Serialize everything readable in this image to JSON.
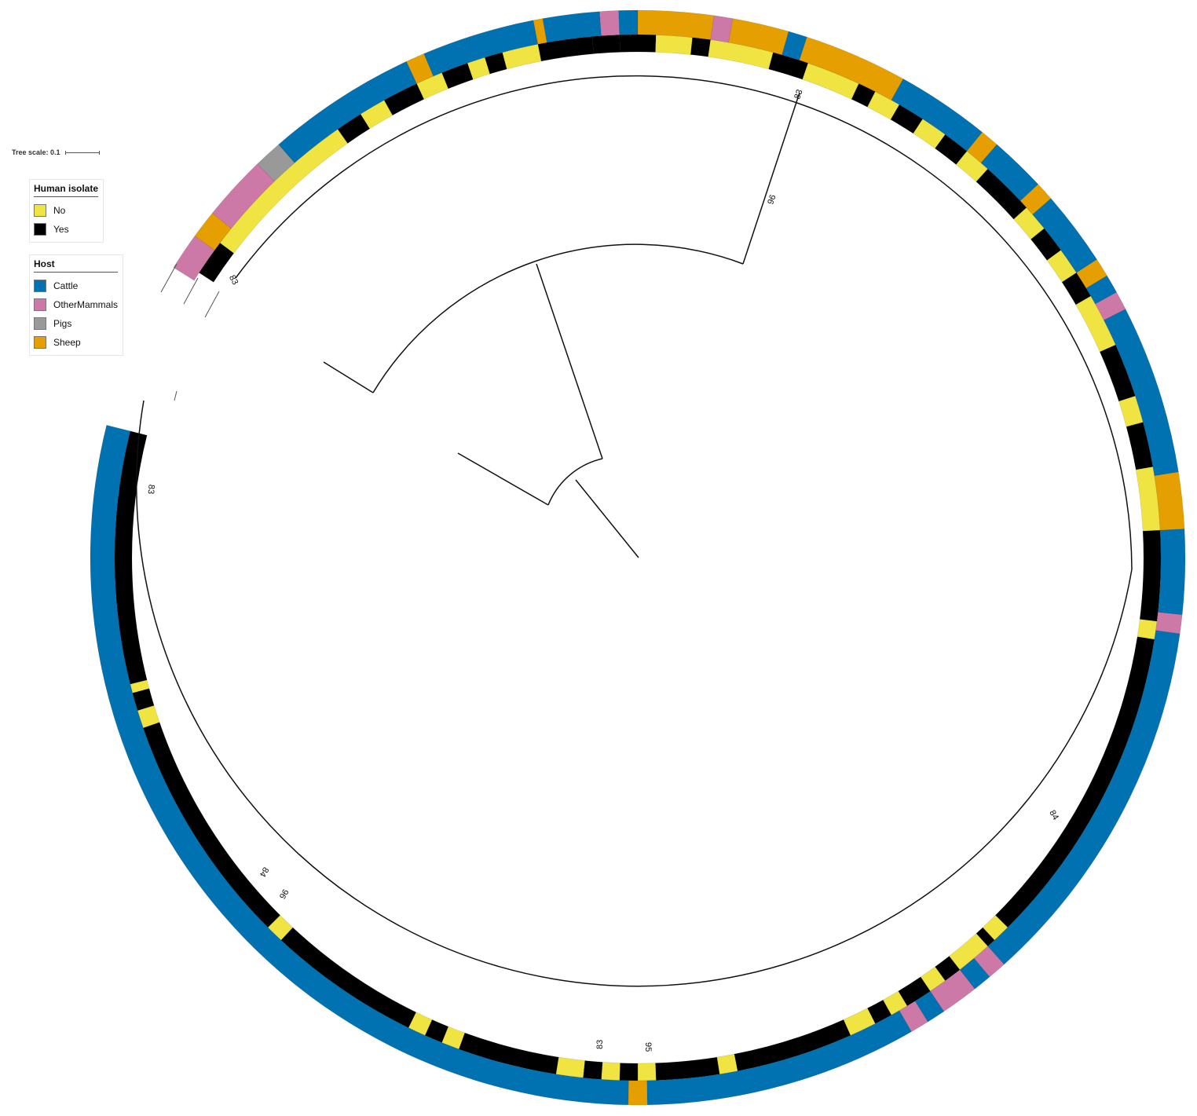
{
  "tree_scale": {
    "label": "Tree scale: 0.1"
  },
  "legends": [
    {
      "id": "human",
      "title": "Human isolate",
      "items": [
        {
          "label": "No",
          "color": "#f0e442"
        },
        {
          "label": "Yes",
          "color": "#000000"
        }
      ]
    },
    {
      "id": "host",
      "title": "Host",
      "items": [
        {
          "label": "Cattle",
          "color": "#0072b2"
        },
        {
          "label": "OtherMammals",
          "color": "#cc79a7"
        },
        {
          "label": "Pigs",
          "color": "#999999"
        },
        {
          "label": "Sheep",
          "color": "#e69f00"
        }
      ]
    }
  ],
  "bootstrap_labels": [
    "83",
    "96",
    "83",
    "83",
    "84",
    "84",
    "96",
    "83",
    "95"
  ],
  "colors": {
    "No": "#f0e442",
    "Yes": "#000000",
    "Cattle": "#0072b2",
    "OtherMammals": "#cc79a7",
    "Pigs": "#999999",
    "Sheep": "#e69f00"
  },
  "chart_data": {
    "type": "circular-phylogenetic-tree",
    "rings": [
      {
        "name": "Human isolate",
        "inner": true,
        "segments": [
          [
            -57,
            -53,
            "Yes"
          ],
          [
            -53,
            -35,
            "No"
          ],
          [
            -35,
            -32,
            "Yes"
          ],
          [
            -32,
            -29,
            "No"
          ],
          [
            -29,
            -25,
            "Yes"
          ],
          [
            -25,
            -22,
            "No"
          ],
          [
            -22,
            -19,
            "Yes"
          ],
          [
            -19,
            -17,
            "No"
          ],
          [
            -17,
            -15,
            "Yes"
          ],
          [
            -15,
            -11,
            "No"
          ],
          [
            -11,
            -5,
            "Yes"
          ],
          [
            -5,
            -2,
            "Yes"
          ],
          [
            -2,
            0,
            "Yes"
          ],
          [
            0,
            2,
            "Yes"
          ],
          [
            2,
            6,
            "No"
          ],
          [
            6,
            8,
            "Yes"
          ],
          [
            8,
            15,
            "No"
          ],
          [
            15,
            19,
            "Yes"
          ],
          [
            19,
            25,
            "No"
          ],
          [
            25,
            27,
            "Yes"
          ],
          [
            27,
            30,
            "No"
          ],
          [
            30,
            33,
            "Yes"
          ],
          [
            33,
            36,
            "No"
          ],
          [
            36,
            39,
            "Yes"
          ],
          [
            39,
            42,
            "No"
          ],
          [
            42,
            48,
            "Yes"
          ],
          [
            48,
            51,
            "No"
          ],
          [
            51,
            54,
            "Yes"
          ],
          [
            54,
            57,
            "No"
          ],
          [
            57,
            60,
            "Yes"
          ],
          [
            60,
            66,
            "No"
          ],
          [
            66,
            72,
            "Yes"
          ],
          [
            72,
            75,
            "No"
          ],
          [
            75,
            80,
            "Yes"
          ],
          [
            80,
            87,
            "No"
          ],
          [
            87,
            97,
            "Yes"
          ],
          [
            97,
            99,
            "No"
          ],
          [
            99,
            135,
            "Yes"
          ],
          [
            135,
            137,
            "No"
          ],
          [
            137,
            138,
            "Yes"
          ],
          [
            138,
            142,
            "No"
          ],
          [
            142,
            144,
            "Yes"
          ],
          [
            144,
            146,
            "No"
          ],
          [
            146,
            149,
            "Yes"
          ],
          [
            149,
            151,
            "No"
          ],
          [
            151,
            153,
            "Yes"
          ],
          [
            153,
            156,
            "No"
          ],
          [
            156,
            169,
            "Yes"
          ],
          [
            169,
            171,
            "No"
          ],
          [
            171,
            178,
            "Yes"
          ],
          [
            178,
            180,
            "No"
          ],
          [
            180,
            182,
            "Yes"
          ],
          [
            182,
            184,
            "No"
          ],
          [
            184,
            186,
            "Yes"
          ],
          [
            186,
            189,
            "No"
          ],
          [
            189,
            200,
            "Yes"
          ],
          [
            200,
            202,
            "No"
          ],
          [
            202,
            204,
            "Yes"
          ],
          [
            204,
            206,
            "No"
          ],
          [
            206,
            223,
            "Yes"
          ],
          [
            223,
            225,
            "No"
          ],
          [
            225,
            251,
            "Yes"
          ],
          [
            251,
            253,
            "No"
          ],
          [
            253,
            255,
            "Yes"
          ],
          [
            255,
            256,
            "No"
          ],
          [
            256,
            284,
            "Yes"
          ]
        ]
      },
      {
        "name": "Host",
        "inner": false,
        "segments": [
          [
            -58,
            -54,
            "OtherMammals"
          ],
          [
            -54,
            -51,
            "Sheep"
          ],
          [
            -51,
            -44,
            "OtherMammals"
          ],
          [
            -44,
            -41,
            "Pigs"
          ],
          [
            -41,
            -25,
            "Cattle"
          ],
          [
            -25,
            -23,
            "Sheep"
          ],
          [
            -23,
            -11,
            "Cattle"
          ],
          [
            -11,
            -10,
            "Sheep"
          ],
          [
            -10,
            -4,
            "Cattle"
          ],
          [
            -4,
            -2,
            "OtherMammals"
          ],
          [
            -2,
            0,
            "Cattle"
          ],
          [
            0,
            8,
            "Sheep"
          ],
          [
            8,
            10,
            "OtherMammals"
          ],
          [
            10,
            16,
            "Sheep"
          ],
          [
            16,
            18,
            "Cattle"
          ],
          [
            18,
            29,
            "Sheep"
          ],
          [
            29,
            39,
            "Cattle"
          ],
          [
            39,
            41,
            "Sheep"
          ],
          [
            41,
            47,
            "Cattle"
          ],
          [
            47,
            49,
            "Sheep"
          ],
          [
            49,
            57,
            "Cattle"
          ],
          [
            57,
            59,
            "Sheep"
          ],
          [
            59,
            61,
            "Cattle"
          ],
          [
            61,
            63,
            "OtherMammals"
          ],
          [
            63,
            81,
            "Cattle"
          ],
          [
            81,
            87,
            "Sheep"
          ],
          [
            87,
            96,
            "Cattle"
          ],
          [
            96,
            98,
            "OtherMammals"
          ],
          [
            98,
            138,
            "Cattle"
          ],
          [
            138,
            140,
            "OtherMammals"
          ],
          [
            140,
            142,
            "Cattle"
          ],
          [
            142,
            146,
            "OtherMammals"
          ],
          [
            146,
            148,
            "Cattle"
          ],
          [
            148,
            150,
            "OtherMammals"
          ],
          [
            150,
            179,
            "Cattle"
          ],
          [
            179,
            181,
            "Sheep"
          ],
          [
            181,
            284,
            "Cattle"
          ]
        ]
      }
    ]
  }
}
